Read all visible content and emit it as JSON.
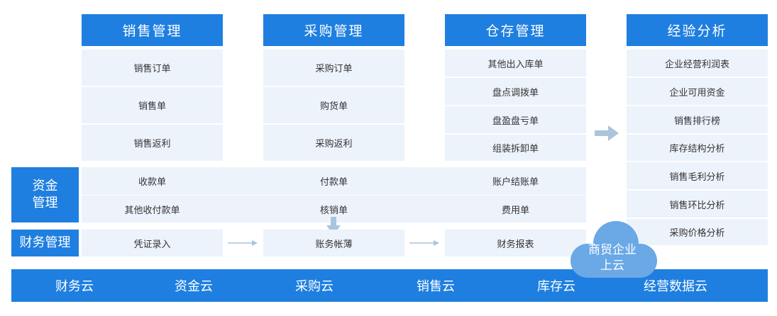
{
  "columns": {
    "sales": {
      "title": "销售管理",
      "items": [
        "销售订单",
        "销售单",
        "销售返利"
      ]
    },
    "purchase": {
      "title": "采购管理",
      "items": [
        "采购订单",
        "购货单",
        "采购返利"
      ]
    },
    "warehouse": {
      "title": "仓存管理",
      "items": [
        "其他出入库单",
        "盘点调拨单",
        "盘盈盘亏单",
        "组装拆卸单"
      ]
    },
    "analysis": {
      "title": "经验分析",
      "items": [
        "企业经营利润表",
        "企业可用资金",
        "销售排行榜",
        "库存结构分析",
        "销售毛利分析",
        "销售环比分析",
        "采购价格分析"
      ]
    }
  },
  "fund": {
    "label": "资金管理",
    "row1": [
      "收款单",
      "付款单",
      "账户结账单"
    ],
    "row2": [
      "其他收付款单",
      "核销单",
      "费用单"
    ]
  },
  "finance": {
    "label": "财务管理",
    "items": [
      "凭证录入",
      "账务帐薄",
      "财务报表"
    ]
  },
  "cloud": {
    "line1": "商贸企业",
    "line2": "上云"
  },
  "bottom": [
    "财务云",
    "资金云",
    "采购云",
    "销售云",
    "库存云",
    "经营数据云"
  ],
  "colors": {
    "primary": "#1f7fe0",
    "cell": "#edf3fb",
    "arrow": "#aac4dc",
    "cloud": "#6aa8e6"
  }
}
